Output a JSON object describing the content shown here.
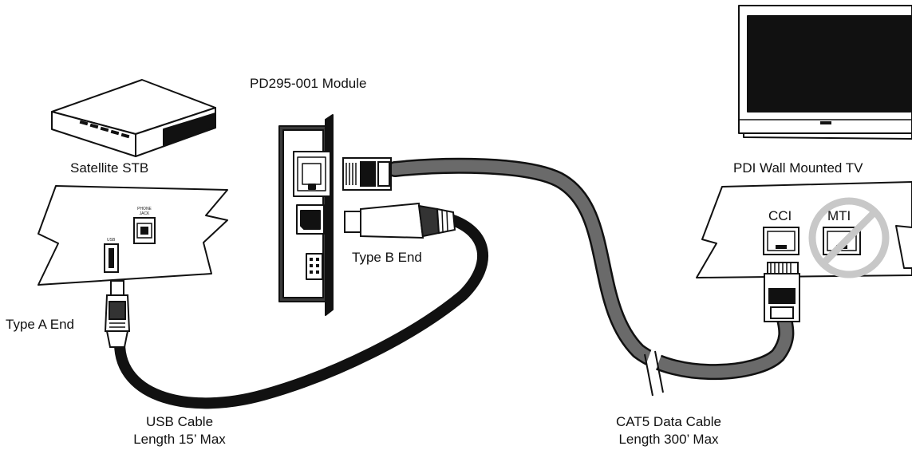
{
  "labels": {
    "module": "PD295-001 Module",
    "satellite": "Satellite STB",
    "tv": "PDI Wall Mounted TV",
    "cci": "CCI",
    "mti": "MTI",
    "type_b": "Type B End",
    "type_a": "Type A End",
    "usb_cable_line1": "USB Cable",
    "usb_cable_line2": "Length 15’ Max",
    "cat5_line1": "CAT5 Data Cable",
    "cat5_line2": "Length 300’ Max",
    "panel_usb": "USB",
    "panel_phone_l1": "PHONE",
    "panel_phone_l2": "JACK"
  },
  "icons": {
    "satellite_box": "satellite-stb-icon",
    "tv": "tv-monitor-icon",
    "no_symbol": "prohibited-icon",
    "rj45": "rj45-plug-icon",
    "usb_a": "usb-type-a-plug-icon",
    "usb_b": "usb-type-b-plug-icon"
  },
  "colors": {
    "line": "#111111",
    "cat5_cable": "#6a6a6a",
    "usb_cable": "#111111",
    "prohibited": "#c8c8c8"
  }
}
